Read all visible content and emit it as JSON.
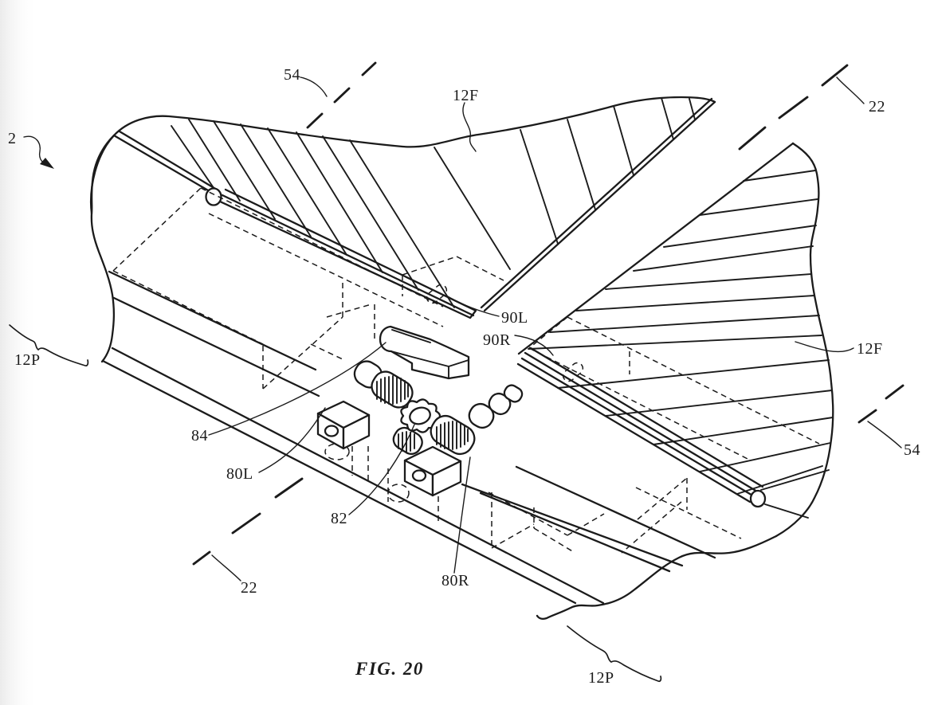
{
  "figure": {
    "caption": "FIG. 20",
    "kind": "patent-line-drawing"
  },
  "reference_labels": {
    "device": "2",
    "bend_axis_top": "54",
    "bend_axis_right": "54",
    "rotation_axis_top": "22",
    "rotation_axis_bottom": "22",
    "flap_top": "12F",
    "flap_right": "12F",
    "base_left": "12P",
    "base_bottom": "12P",
    "pin_left": "90L",
    "pin_right": "90R",
    "bracket": "84",
    "center_gear": "82",
    "roller_left": "80L",
    "roller_right": "80R"
  },
  "colors": {
    "line": "#1b1b1b",
    "background": "#ffffff",
    "page_edge_shade": "#ebebeb"
  }
}
